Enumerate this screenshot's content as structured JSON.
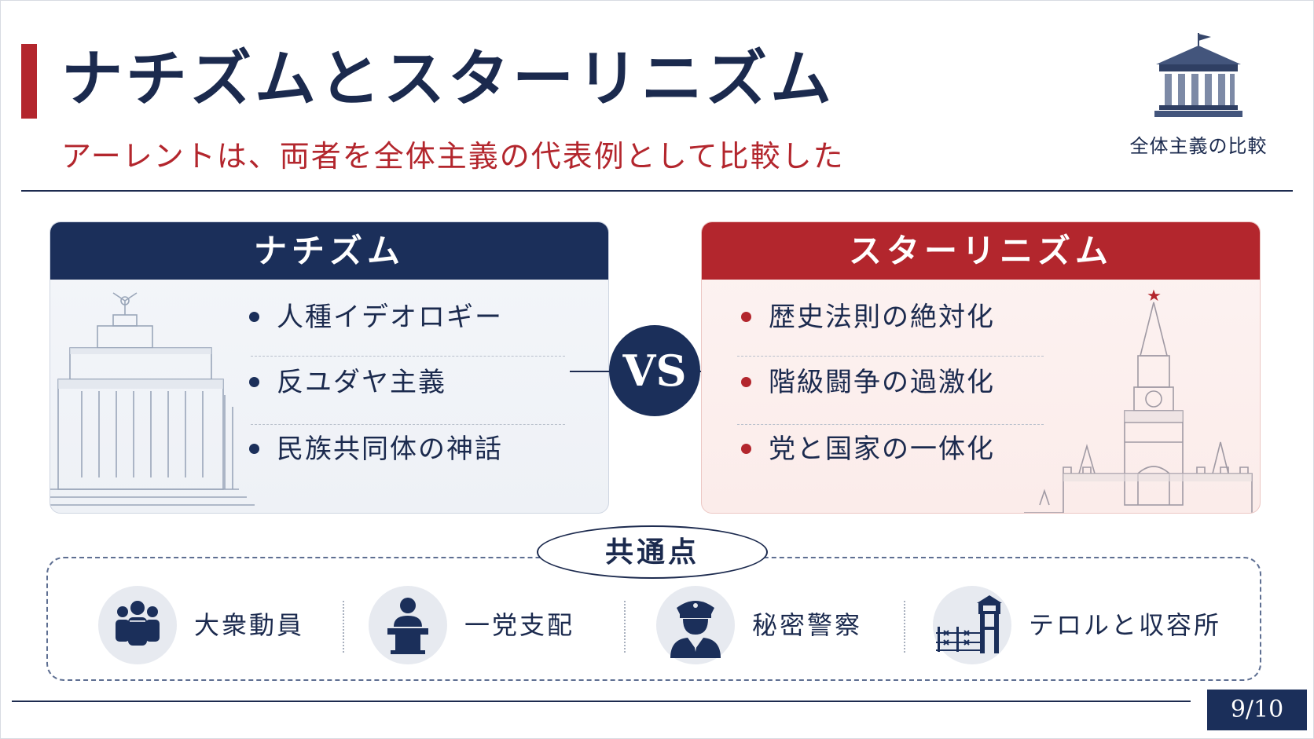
{
  "slide": {
    "title": "ナチズムとスターリニズム",
    "subtitle": "アーレントは、両者を全体主義の代表例として比較した",
    "badge_label": "全体主義の比較",
    "page": "9/10"
  },
  "left_panel": {
    "heading": "ナチズム",
    "items": [
      "人種イデオロギー",
      "反ユダヤ主義",
      "民族共同体の神話"
    ]
  },
  "vs_label": "VS",
  "right_panel": {
    "heading": "スターリニズム",
    "items": [
      "歴史法則の絶対化",
      "階級闘争の過激化",
      "党と国家の一体化"
    ]
  },
  "common": {
    "label": "共通点",
    "items": [
      {
        "icon": "crowd-icon",
        "label": "大衆動員"
      },
      {
        "icon": "speaker-podium-icon",
        "label": "一党支配"
      },
      {
        "icon": "police-officer-icon",
        "label": "秘密警察"
      },
      {
        "icon": "watchtower-barbed-wire-icon",
        "label": "テロルと収容所"
      }
    ]
  },
  "colors": {
    "navy": "#1b2f5a",
    "crimson": "#b3262d",
    "left_panel_bg": "#f4f6fa",
    "right_panel_bg": "#fdf3f2"
  }
}
